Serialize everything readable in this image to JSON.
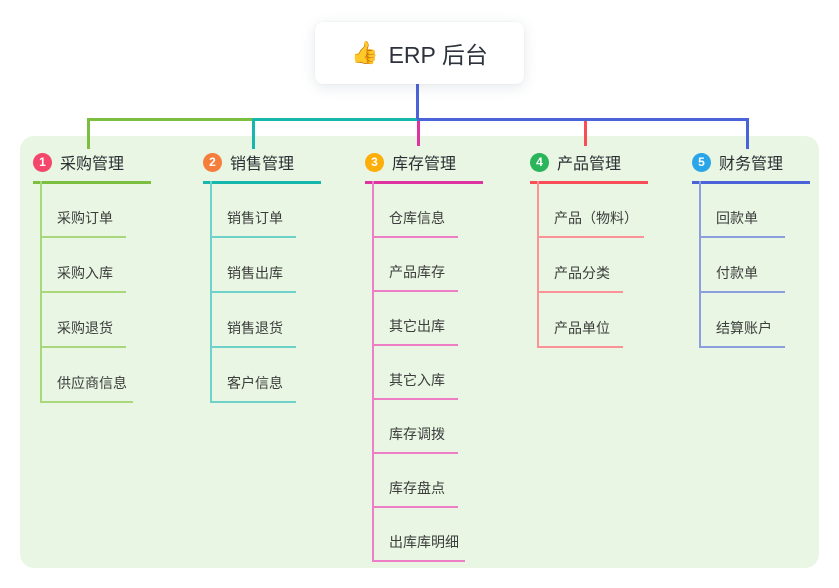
{
  "root": {
    "icon": "👍",
    "label": "ERP 后台"
  },
  "branches": [
    {
      "num": "1",
      "title": "采购管理",
      "badge_color": "#f5476b",
      "line_color": "#7cbf40",
      "child_line_color": "#a9d77c",
      "children": [
        "采购订单",
        "采购入库",
        "采购退货",
        "供应商信息"
      ]
    },
    {
      "num": "2",
      "title": "销售管理",
      "badge_color": "#f67e3d",
      "line_color": "#16b8ad",
      "child_line_color": "#6fd2c8",
      "children": [
        "销售订单",
        "销售出库",
        "销售退货",
        "客户信息"
      ]
    },
    {
      "num": "3",
      "title": "库存管理",
      "badge_color": "#fdae08",
      "line_color": "#df34a0",
      "child_line_color": "#ee7fc6",
      "children": [
        "仓库信息",
        "产品库存",
        "其它出库",
        "其它入库",
        "库存调拨",
        "库存盘点",
        "出库库明细"
      ]
    },
    {
      "num": "4",
      "title": "产品管理",
      "badge_color": "#2ab55b",
      "line_color": "#f94e57",
      "child_line_color": "#fb9297",
      "children": [
        "产品（物料）",
        "产品分类",
        "产品单位"
      ]
    },
    {
      "num": "5",
      "title": "财务管理",
      "badge_color": "#29a5e8",
      "line_color": "#4a63d8",
      "child_line_color": "#8b9ede",
      "children": [
        "回款单",
        "付款单",
        "结算账户"
      ]
    }
  ],
  "colors": {
    "stem": "#4a63d8",
    "panel_bg": "#e8f6e3",
    "page_bg": "#ffffff",
    "title_text": "#2b2f33",
    "child_text": "#3d3d3d",
    "root_text": "#2d323c"
  }
}
